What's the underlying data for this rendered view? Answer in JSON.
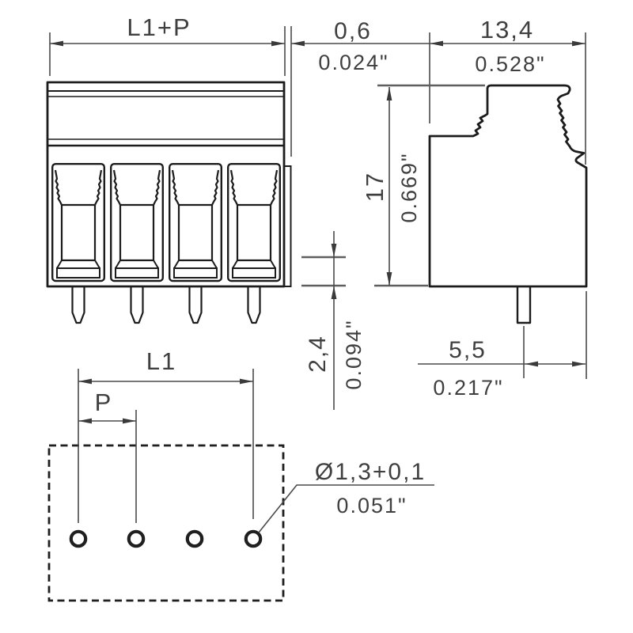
{
  "drawing": {
    "dims": {
      "l1p": "L1+P",
      "gap_mm": "0,6",
      "gap_in": "0.024\"",
      "depth_mm": "13,4",
      "depth_in": "0.528\"",
      "height_mm": "17",
      "height_in": "0.669\"",
      "offset_mm": "2,4",
      "offset_in": "0.094\"",
      "edge_mm": "5,5",
      "edge_in": "0.217\"",
      "l1": "L1",
      "p": "P",
      "hole_mm": "Ø1,3+0,1",
      "hole_in": "0.051\""
    },
    "colors": {
      "outline": "#1c1c1c",
      "dimension": "#4a4a4a",
      "background": "#ffffff"
    }
  }
}
